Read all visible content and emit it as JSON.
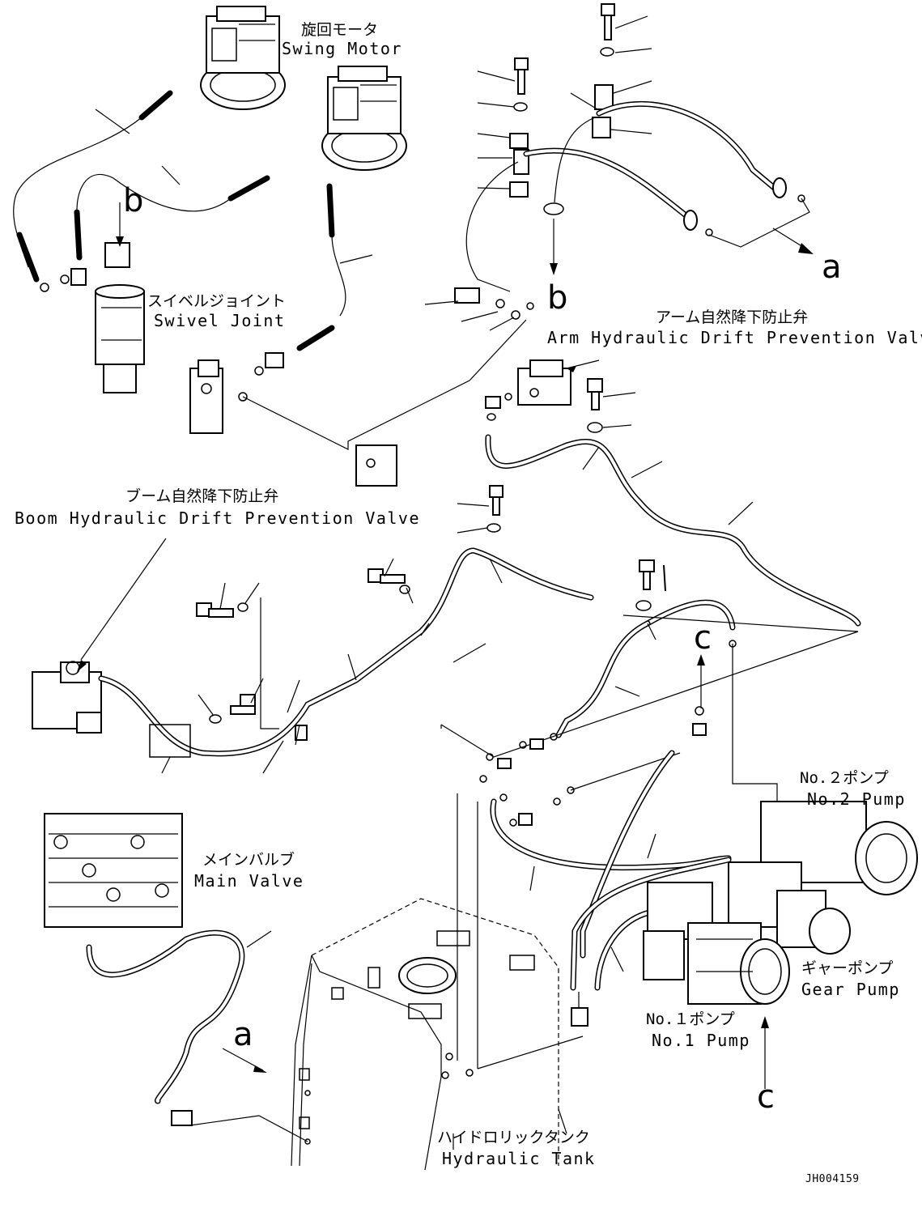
{
  "labels": {
    "swing_motor_jp": "旋回モータ",
    "swing_motor_en": "Swing Motor",
    "swivel_joint_jp": "スイベルジョイント",
    "swivel_joint_en": "Swivel Joint",
    "arm_valve_jp": "アーム自然降下防止弁",
    "arm_valve_en": "Arm Hydraulic Drift Prevention Valve",
    "boom_valve_jp": "ブーム自然降下防止弁",
    "boom_valve_en": "Boom Hydraulic Drift Prevention Valve",
    "main_valve_jp": "メインバルブ",
    "main_valve_en": "Main Valve",
    "no2_pump_jp": "No.２ポンプ",
    "no2_pump_en": "No.2 Pump",
    "gear_pump_jp": "ギャーポンプ",
    "gear_pump_en": "Gear Pump",
    "no1_pump_jp": "No.１ポンプ",
    "no1_pump_en": "No.1 Pump",
    "hydraulic_tank_jp": "ハイドロリックタンク",
    "hydraulic_tank_en": "Hydraulic Tank"
  },
  "callouts": {
    "b_top": "b",
    "b_mid": "b",
    "a_right": "a",
    "a_left": "a",
    "c_mid": "c",
    "c_bottom": "c"
  },
  "drawing_code": "JH004159"
}
